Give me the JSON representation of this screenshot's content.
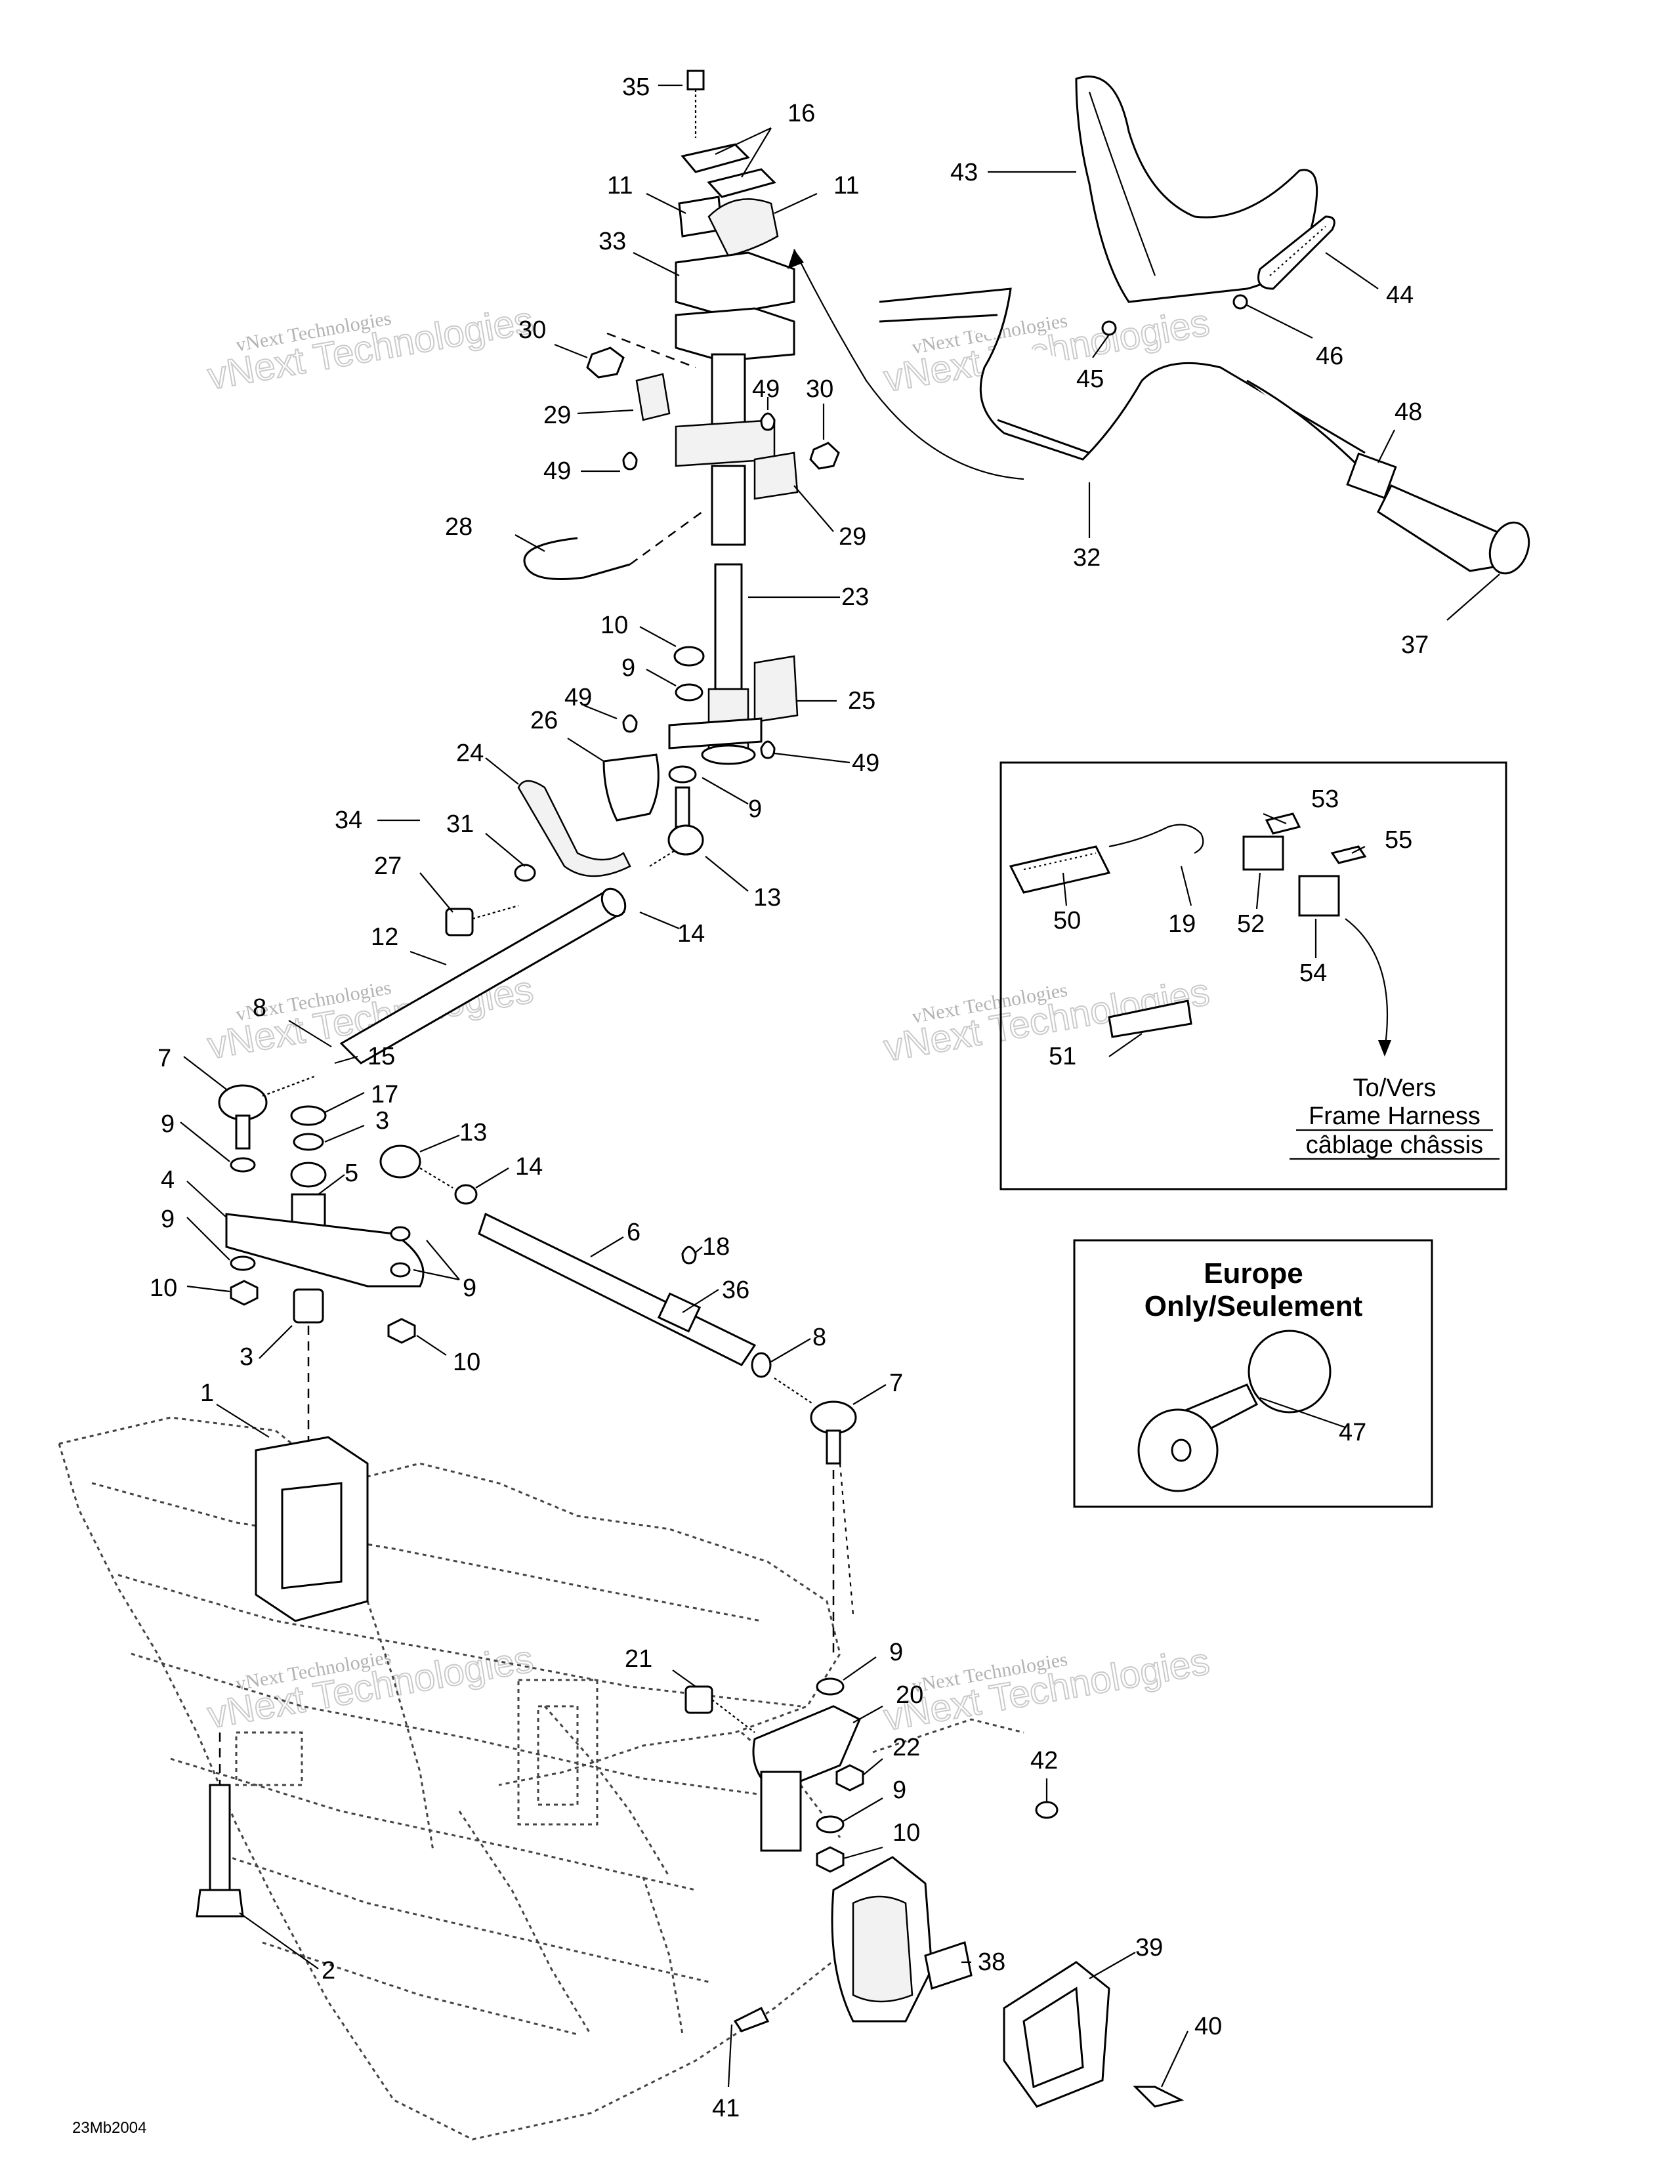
{
  "figure_code": "23Mb2004",
  "watermark": {
    "line1": "vNext Technologies",
    "line2": "vNext Technologies"
  },
  "inset_harness": {
    "line1": "To/Vers",
    "line2": "Frame Harness",
    "line3": "câblage châssis"
  },
  "inset_europe": {
    "line1": "Europe",
    "line2": "Only/Seulement"
  },
  "callouts": {
    "c35": "35",
    "c16": "16",
    "c11a": "11",
    "c11b": "11",
    "c33": "33",
    "c43": "43",
    "c44": "44",
    "c46": "46",
    "c45": "45",
    "c30a": "30",
    "c30b": "30",
    "c29a": "29",
    "c29b": "29",
    "c49a": "49",
    "c49b": "49",
    "c48": "48",
    "c32": "32",
    "c28": "28",
    "c23": "23",
    "c37": "37",
    "c10a": "10",
    "c9a": "9",
    "c25": "25",
    "c49c": "49",
    "c26": "26",
    "c49d": "49",
    "c24": "24",
    "c9b": "9",
    "c34": "34",
    "c31": "31",
    "c27": "27",
    "c13a": "13",
    "c14a": "14",
    "c12": "12",
    "c8a": "8",
    "c15": "15",
    "c7a": "7",
    "c17": "17",
    "c9c": "9",
    "c3a": "3",
    "c13b": "13",
    "c14b": "14",
    "c4": "4",
    "c5": "5",
    "c9d": "9",
    "c6": "6",
    "c18": "18",
    "c10b": "10",
    "c9e": "9",
    "c36": "36",
    "c3b": "3",
    "c10c": "10",
    "c8b": "8",
    "c7b": "7",
    "c1": "1",
    "c53": "53",
    "c55": "55",
    "c50": "50",
    "c19": "19",
    "c52": "52",
    "c54": "54",
    "c51": "51",
    "c47": "47",
    "c21": "21",
    "c9f": "9",
    "c20": "20",
    "c22": "22",
    "c9g": "9",
    "c42": "42",
    "c10d": "10",
    "c2": "2",
    "c38": "38",
    "c39": "39",
    "c40": "40",
    "c41": "41"
  }
}
